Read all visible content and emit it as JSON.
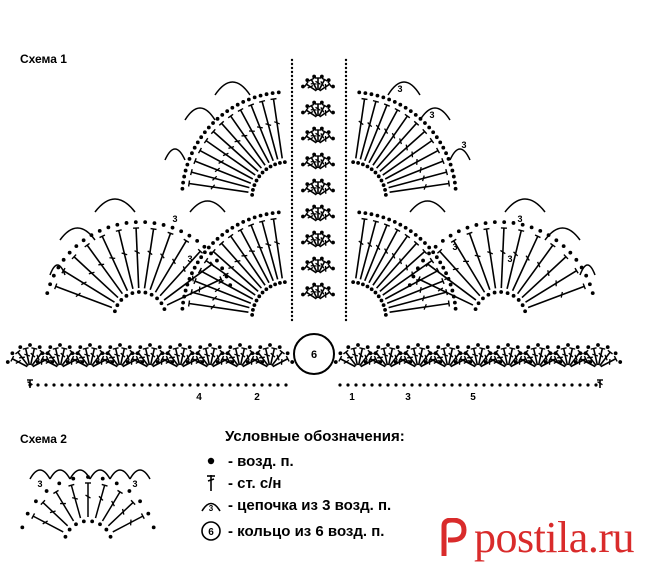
{
  "scheme1_label": "Схема 1",
  "scheme2_label": "Схема 2",
  "center_ring_number": "6",
  "row_numbers_left": [
    "4",
    "2"
  ],
  "row_numbers_right": [
    "1",
    "3",
    "5"
  ],
  "scheme2_chain_number": "3",
  "legend": {
    "title": "Условные обозначения:",
    "items": [
      {
        "symbol": "dot-icon",
        "text": "- возд. п."
      },
      {
        "symbol": "double-crochet-icon",
        "text": "- ст. с/н"
      },
      {
        "symbol": "chain3-arc-icon",
        "symbol_text": "3",
        "text": "- цепочка из 3 возд. п."
      },
      {
        "symbol": "ring6-icon",
        "symbol_text": "6",
        "text": "- кольцо из 6 возд. п."
      }
    ]
  },
  "watermark": {
    "text": "postila.ru",
    "color": "#d92b2b"
  }
}
